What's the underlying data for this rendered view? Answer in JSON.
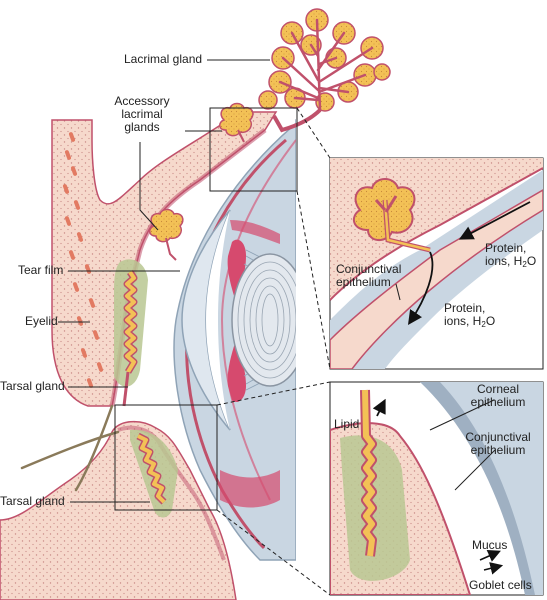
{
  "labels": {
    "lacrimal_gland": "Lacrimal gland",
    "accessory_line1": "Accessory",
    "accessory_line2": "lacrimal",
    "accessory_line3": "glands",
    "tear_film": "Tear film",
    "eyelid": "Eyelid",
    "tarsal_gland_upper": "Tarsal gland",
    "tarsal_gland_lower": "Tarsal gland"
  },
  "inset_top": {
    "protein_1_line1": "Protein,",
    "protein_1_line2_prefix": "ions, H",
    "protein_1_sub": "2",
    "protein_1_suffix": "O",
    "conjunctival_line1": "Conjunctival",
    "conjunctival_line2": "epithelium",
    "protein_2_line1": "Protein,",
    "protein_2_line2_prefix": "ions, H",
    "protein_2_sub": "2",
    "protein_2_suffix": "O"
  },
  "inset_bottom": {
    "lipid": "Lipid",
    "corneal_line1": "Corneal",
    "corneal_line2": "epithelium",
    "conjunctival_line1": "Conjunctival",
    "conjunctival_line2": "epithelium",
    "mucus": "Mucus",
    "goblet_cells": "Goblet cells"
  },
  "colors": {
    "skin": "#f6d9cc",
    "skin_edge": "#c0516b",
    "dots": "#c98a86",
    "gland_fill": "#f3c156",
    "gland_edge": "#c0516b",
    "tarsal_zone": "#b9c792",
    "cornea": "#dfe7ef",
    "sclera_edge": "#8fa3b6",
    "muscle": "#d64a6e",
    "lens": "#e3e8ee"
  }
}
